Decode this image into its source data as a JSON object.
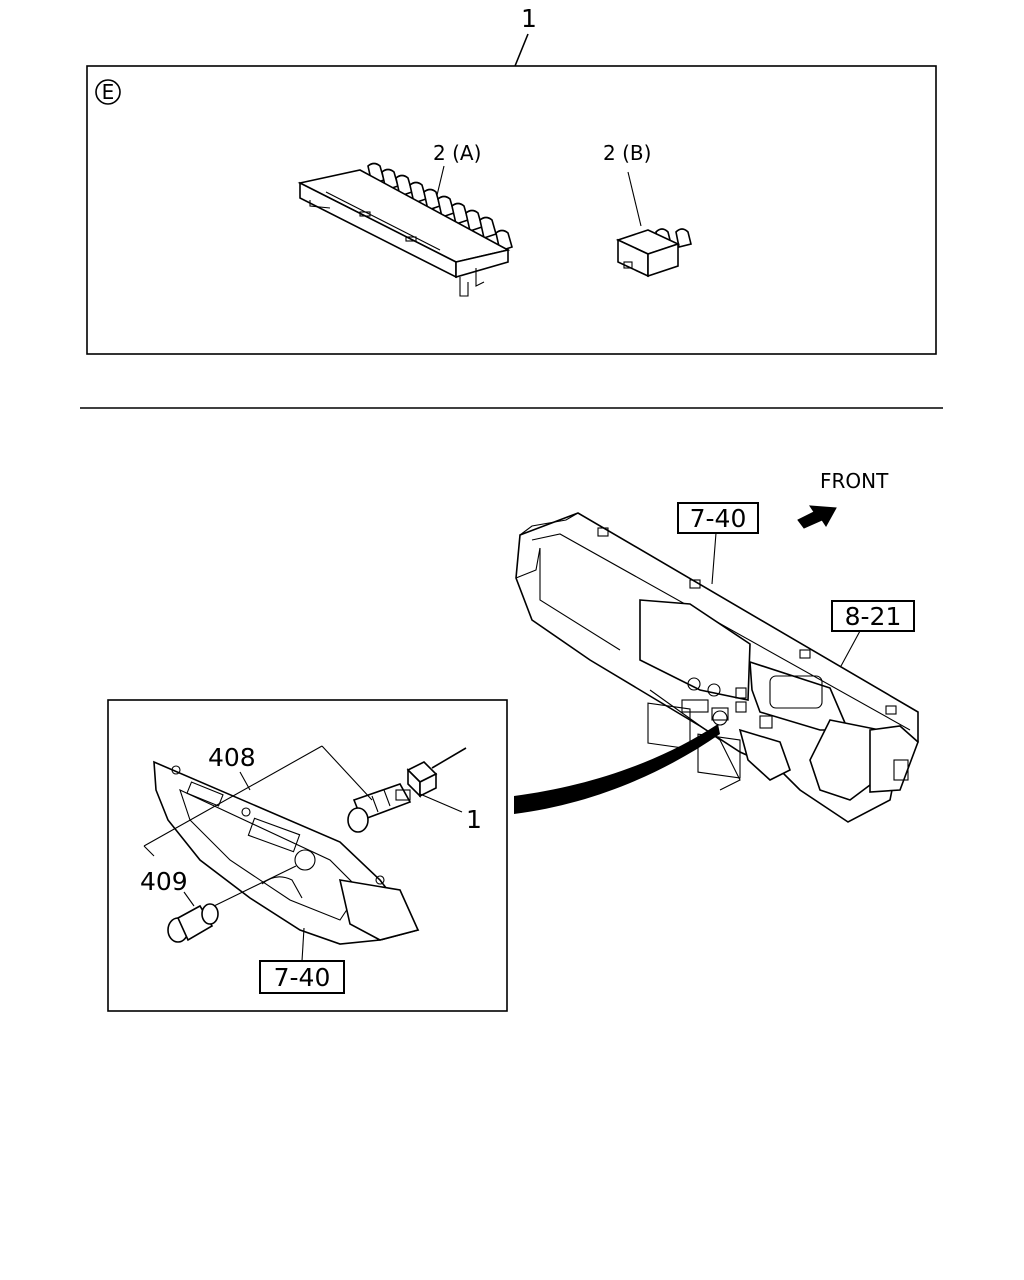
{
  "top_panel": {
    "callout_main": "1",
    "section_marker": "E",
    "part_a_label": "2 (A)",
    "part_b_label": "2 (B)"
  },
  "dashboard": {
    "front_label": "FRONT",
    "ref_top": "7-40",
    "ref_right": "8-21"
  },
  "detail": {
    "label_408": "408",
    "label_409": "409",
    "label_1": "1",
    "ref_bottom": "7-40"
  }
}
